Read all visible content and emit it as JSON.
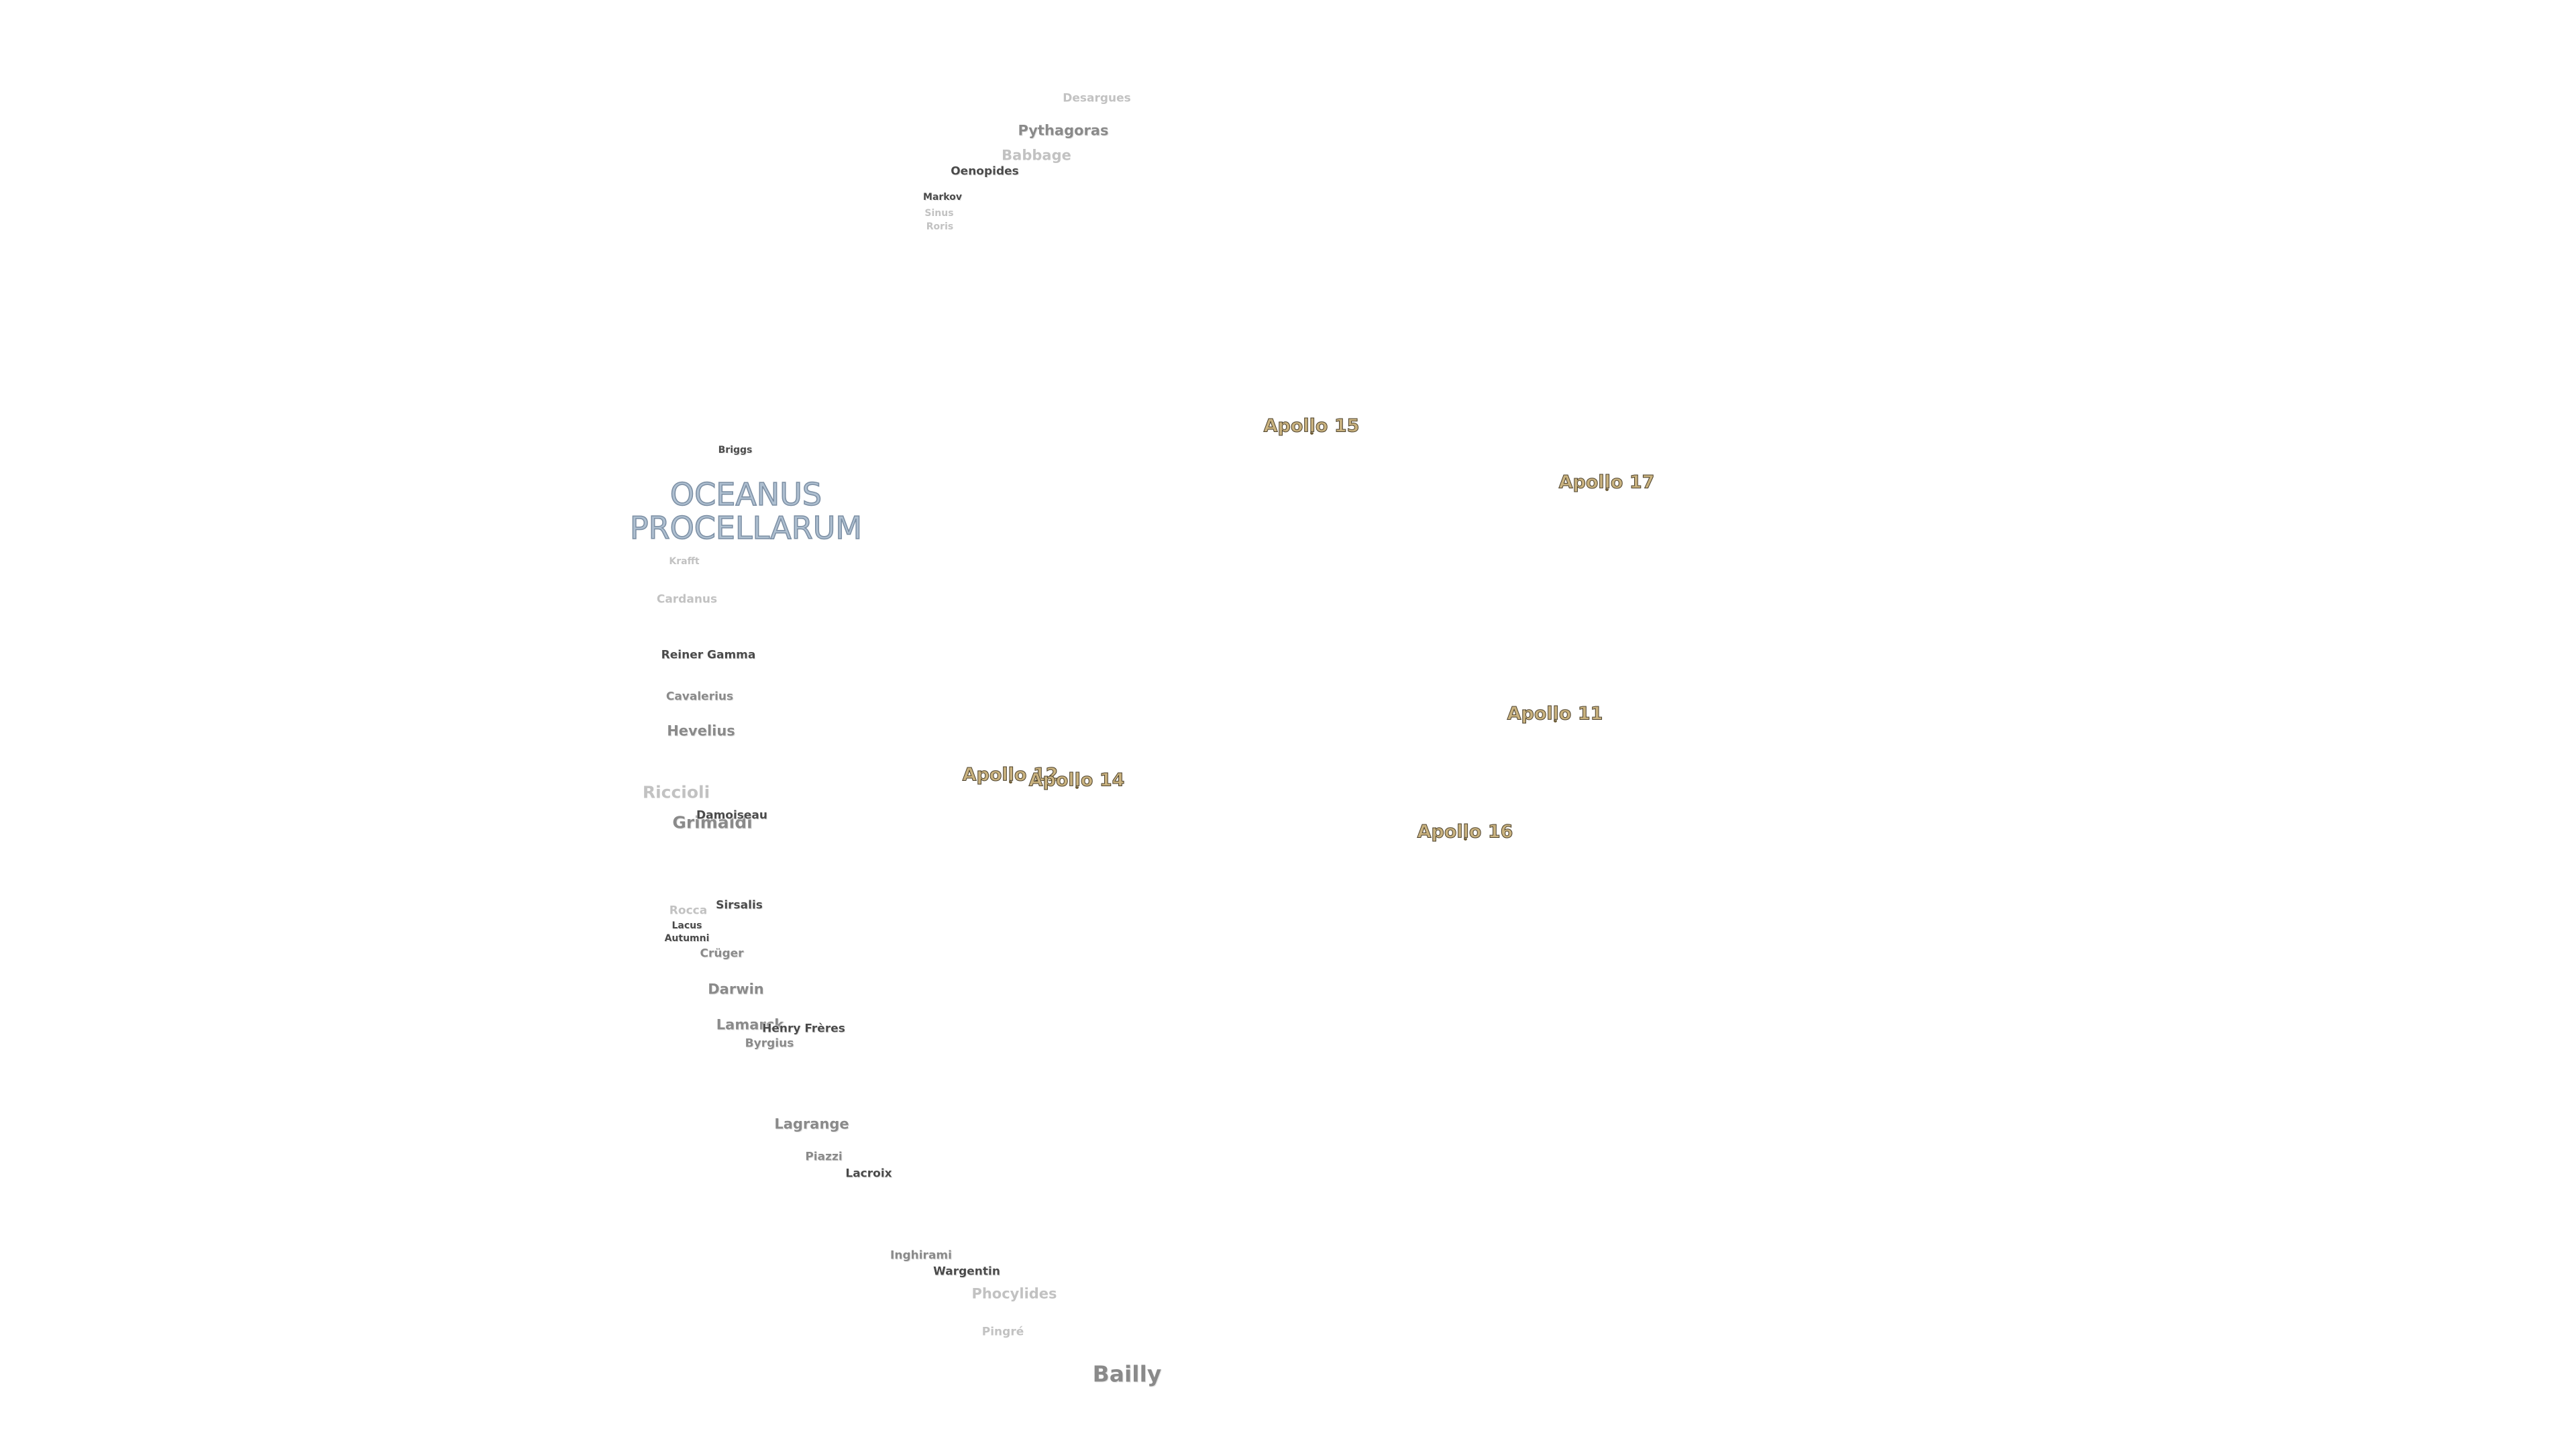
{
  "maria": [
    {
      "name_line1": "OCEANUS",
      "name_line2": "PROCELLARUM"
    }
  ],
  "craters": [
    {
      "id": "desargues",
      "name": "Desargues"
    },
    {
      "id": "pythagoras",
      "name": "Pythagoras"
    },
    {
      "id": "babbage",
      "name": "Babbage"
    },
    {
      "id": "oenopides",
      "name": "Oenopides"
    },
    {
      "id": "markov",
      "name": "Markov"
    },
    {
      "id": "sinus",
      "name": "Sinus"
    },
    {
      "id": "roris",
      "name": "Roris"
    },
    {
      "id": "briggs",
      "name": "Briggs"
    },
    {
      "id": "krafft",
      "name": "Krafft"
    },
    {
      "id": "cardanus",
      "name": "Cardanus"
    },
    {
      "id": "reiner-gamma",
      "name": "Reiner Gamma"
    },
    {
      "id": "cavalerius",
      "name": "Cavalerius"
    },
    {
      "id": "hevelius",
      "name": "Hevelius"
    },
    {
      "id": "riccioli",
      "name": "Riccioli"
    },
    {
      "id": "grimaldi",
      "name": "Grimaldi"
    },
    {
      "id": "damoiseau",
      "name": "Damoiseau"
    },
    {
      "id": "rocca",
      "name": "Rocca"
    },
    {
      "id": "sirsalis",
      "name": "Sirsalis"
    },
    {
      "id": "lacus",
      "name": "Lacus"
    },
    {
      "id": "autumni",
      "name": "Autumni"
    },
    {
      "id": "cruger",
      "name": "Crüger"
    },
    {
      "id": "darwin",
      "name": "Darwin"
    },
    {
      "id": "lamarck",
      "name": "Lamarck"
    },
    {
      "id": "henry-freres",
      "name": "Henry Frères"
    },
    {
      "id": "byrgius",
      "name": "Byrgius"
    },
    {
      "id": "lagrange",
      "name": "Lagrange"
    },
    {
      "id": "piazzi",
      "name": "Piazzi"
    },
    {
      "id": "lacroix",
      "name": "Lacroix"
    },
    {
      "id": "inghirami",
      "name": "Inghirami"
    },
    {
      "id": "wargentin",
      "name": "Wargentin"
    },
    {
      "id": "phocylides",
      "name": "Phocylides"
    },
    {
      "id": "pingre",
      "name": "Pingré"
    },
    {
      "id": "bailly",
      "name": "Bailly"
    }
  ],
  "apollo_sites": [
    {
      "id": "apollo-15",
      "name": "Apollo 15"
    },
    {
      "id": "apollo-17",
      "name": "Apollo 17"
    },
    {
      "id": "apollo-11",
      "name": "Apollo 11"
    },
    {
      "id": "apollo-12",
      "name": "Apollo 12"
    },
    {
      "id": "apollo-14",
      "name": "Apollo 14"
    },
    {
      "id": "apollo-16",
      "name": "Apollo 16"
    }
  ],
  "colors": {
    "background": "#ffffff",
    "mare_fill": "#aebfd0",
    "mare_outline": "#7b8ea3",
    "apollo_fill": "#c9b27f",
    "apollo_outline": "#4a3f2a"
  }
}
